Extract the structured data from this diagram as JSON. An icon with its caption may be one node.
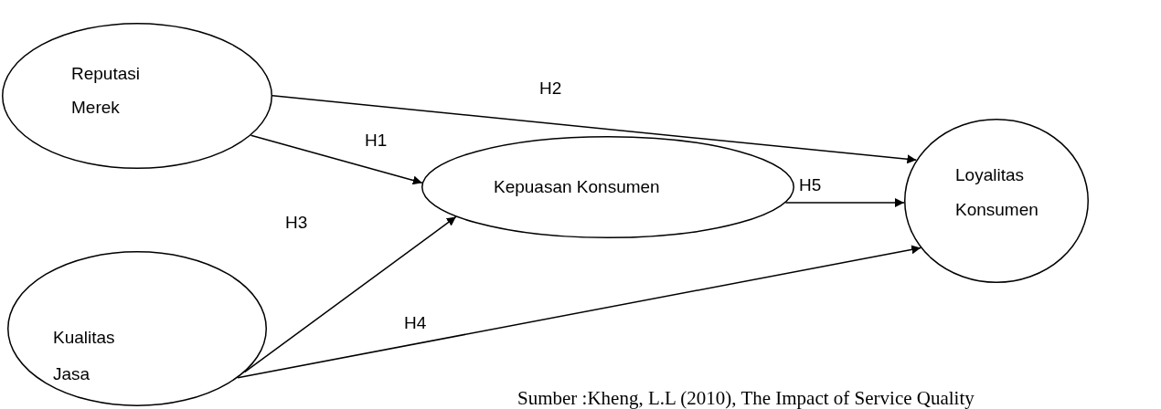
{
  "diagram": {
    "caption": "Sumber :Kheng, L.L (2010), The Impact of Service Quality",
    "nodes": [
      {
        "text": [
          "Reputasi Merek"
        ]
      },
      {
        "text": [
          "Kepuasan Konsumen"
        ]
      },
      {
        "text": [
          "Loyalitas Konsumen"
        ]
      },
      {
        "text": [
          "Kualitas Jasa"
        ]
      }
    ],
    "edges": [
      {
        "from": 0,
        "to": 2,
        "arrow": "to",
        "label": "H2"
      },
      {
        "from": 0,
        "to": 1,
        "arrow": "to",
        "label": "H1"
      },
      {
        "from": 3,
        "to": 1,
        "arrow": "to",
        "label": "H3"
      },
      {
        "from": 3,
        "to": 2,
        "arrow": "to",
        "label": "H4"
      },
      {
        "from": 1,
        "to": 2,
        "arrow": "to",
        "label": "H5"
      }
    ]
  }
}
